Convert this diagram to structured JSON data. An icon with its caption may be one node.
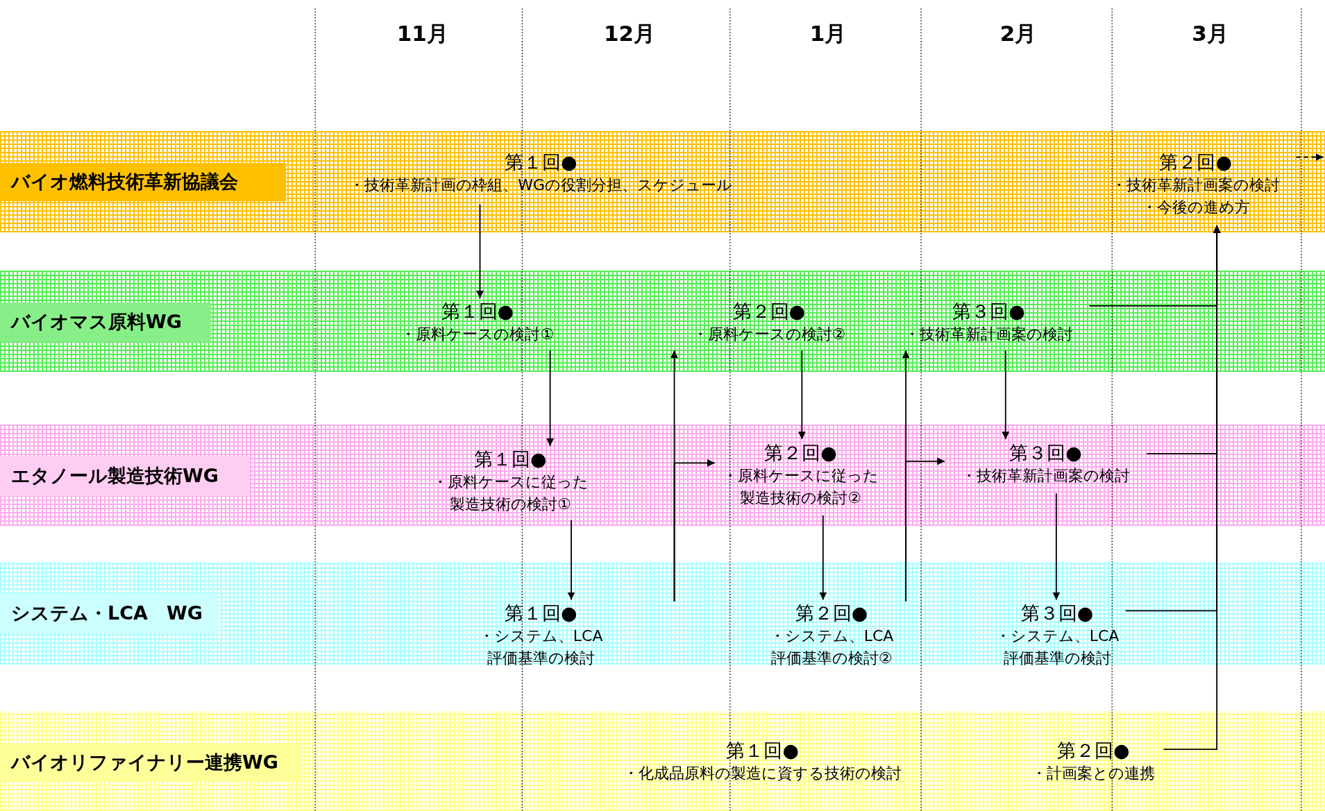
{
  "diagram": {
    "nodes": [
      {
        "text": [
          "バイオ燃料技術革新協議会"
        ]
      },
      {
        "text": [
          "第１回●",
          "・技術革新計画の枠組、WGの役割分担、スケジュール"
        ],
        "in": 0
      },
      {
        "text": [
          "第２回●",
          "・技術革新計画案の検討",
          "・今後の進め方"
        ],
        "in": 0
      },
      {
        "text": [
          "バイオマス原料WG"
        ]
      },
      {
        "text": [
          "第１回●",
          "・原料ケースの検討①"
        ],
        "in": 3
      },
      {
        "text": [
          "第２回●",
          "・原料ケースの検討②"
        ],
        "in": 3
      },
      {
        "text": [
          "第３回●",
          "・技術革新計画案の検討"
        ],
        "in": 3
      },
      {
        "text": [
          "エタノール製造技術WG"
        ]
      },
      {
        "text": [
          "第１回●",
          "・原料ケースに従った製造技術の検討①"
        ],
        "in": 7
      },
      {
        "text": [
          "第２回●",
          "・原料ケースに従った製造技術の検討②"
        ],
        "in": 7
      },
      {
        "text": [
          "第３回●",
          "・技術革新計画案の検討"
        ],
        "in": 7
      },
      {
        "text": [
          "システム・LCA　WG"
        ]
      },
      {
        "text": [
          "第１回●",
          "・システム、LCA評価基準の検討"
        ],
        "in": 11
      },
      {
        "text": [
          "第２回●",
          "・システム、LCA評価基準の検討②"
        ],
        "in": 11
      },
      {
        "text": [
          "第３回●",
          "・システム、LCA評価基準の検討"
        ],
        "in": 11
      },
      {
        "text": [
          "バイオリファイナリー連携WG"
        ]
      },
      {
        "text": [
          "第１回●",
          "・化成品原料の製造に資する技術の検討"
        ],
        "in": 15
      },
      {
        "text": [
          "第２回●",
          "・計画案との連携"
        ],
        "in": 15
      }
    ],
    "edges": [
      {
        "from": 1,
        "to": 4,
        "arrow": "to"
      },
      {
        "from": 4,
        "to": 8,
        "arrow": "to"
      },
      {
        "from": 8,
        "to": 12,
        "arrow": "to"
      },
      {
        "from": 12,
        "to": 5,
        "arrow": "to"
      },
      {
        "from": 12,
        "to": 9,
        "arrow": "to"
      },
      {
        "from": 5,
        "to": 9,
        "arrow": "to"
      },
      {
        "from": 9,
        "to": 13,
        "arrow": "to"
      },
      {
        "from": 13,
        "to": 6,
        "arrow": "to"
      },
      {
        "from": 13,
        "to": 10,
        "arrow": "to"
      },
      {
        "from": 6,
        "to": 10,
        "arrow": "to"
      },
      {
        "from": 10,
        "to": 14,
        "arrow": "to"
      },
      {
        "from": 6,
        "to": 2,
        "arrow": "to"
      },
      {
        "from": 10,
        "to": 2,
        "arrow": "to"
      },
      {
        "from": 14,
        "to": 2,
        "arrow": "to"
      },
      {
        "from": 17,
        "to": 2,
        "arrow": "to"
      },
      {
        "from": 2,
        "to": null,
        "arrow": "to",
        "style": "dashed"
      }
    ],
    "labels": [
      "11月",
      "12月",
      "1月",
      "2月",
      "3月"
    ]
  }
}
